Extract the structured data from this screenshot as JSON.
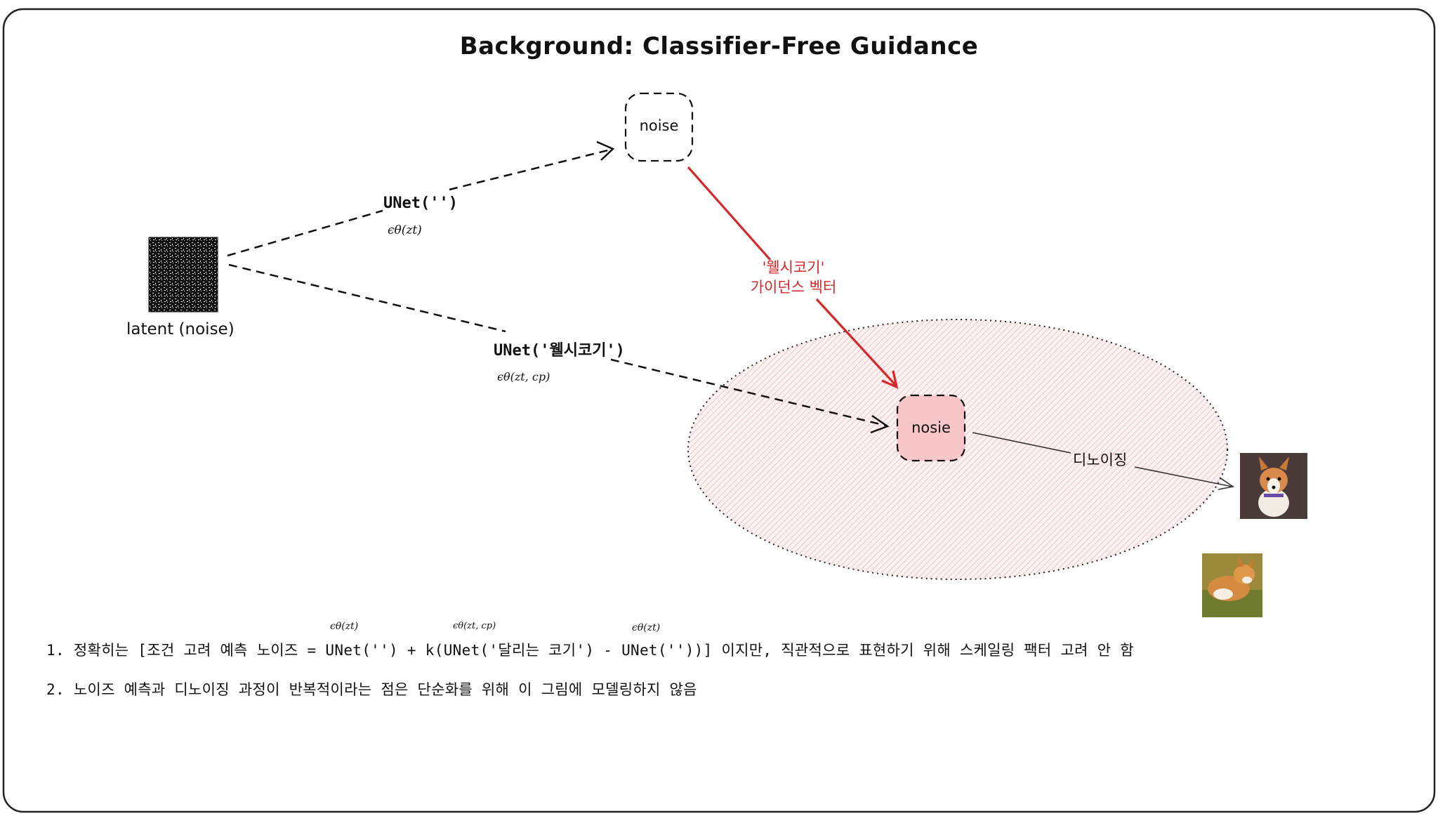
{
  "title": "Background: Classifier-Free Guidance",
  "latent": {
    "label": "latent (noise)"
  },
  "noise_box": {
    "label": "noise"
  },
  "nosie_box": {
    "label": "nosie"
  },
  "uncond": {
    "call": "UNet('')",
    "formula": "ϵθ(zt)"
  },
  "cond": {
    "call": "UNet('웰시코기')",
    "formula": "ϵθ(zt, cp)"
  },
  "guidance": {
    "line1": "'웰시코기'",
    "line2": "가이던스  벡터"
  },
  "denoise": {
    "label": "디노이징"
  },
  "notes": {
    "formula1": "ϵθ(zt)",
    "formula2": "ϵθ(zt, cp)",
    "formula3": "ϵθ(zt)",
    "line1": "1. 정확히는 [조건 고려 예측 노이즈 = UNet('') + k(UNet('달리는 코기') - UNet(''))] 이지만, 직관적으로 표현하기 위해 스케일링 팩터 고려 안 함",
    "line2": "2. 노이즈 예측과 디노이징 과정이 반복적이라는 점은 단순화를 위해 이 그림에 모델링하지 않음"
  },
  "colors": {
    "guidance_red": "#d62728",
    "region_fill": "#fbe3e3",
    "nosie_fill": "#f8c6c8",
    "frame": "#222222"
  }
}
